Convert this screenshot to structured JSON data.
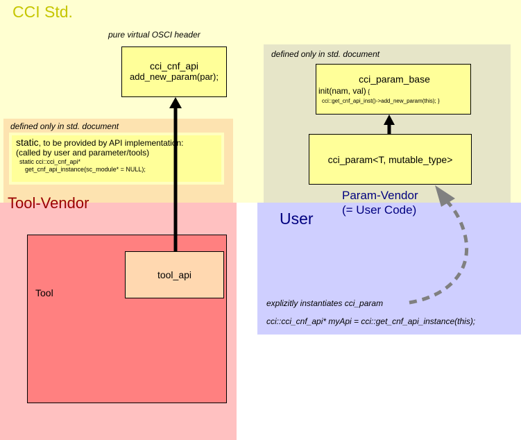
{
  "regions": {
    "cci_std": "CCI Std.",
    "tool_vendor": "Tool-Vendor",
    "user": "User",
    "param_vendor_line1": "Param-Vendor",
    "param_vendor_line2": "(= User Code)"
  },
  "notes": {
    "osci_header": "pure virtual OSCI header",
    "std_doc_left": "defined only in std. document",
    "std_doc_right": "defined only in std. document",
    "explicit": "explizitly instantiates cci_param",
    "my_api": "cci::cci_cnf_api* myApi = cci::get_cnf_api_instance(this);"
  },
  "boxes": {
    "cnf_api": {
      "title": "cci_cnf_api",
      "method": "add_new_param(par);"
    },
    "param_base": {
      "title": "cci_param_base",
      "init": "init(nam, val)",
      "brace": " {",
      "body": "cci::get_cnf_api_inst()->add_new_param(this); }"
    },
    "param": {
      "title": "cci_param<T,  mutable_type>"
    },
    "static": {
      "keyword": "static",
      "line1_rest": ", to be provided by API implementation:",
      "line2": "(called by user and parameter/tools)",
      "line3": "static cci::cci_cnf_api*",
      "line4": "get_cnf_api_instance(sc_module* = NULL);"
    },
    "tool": {
      "label": "Tool"
    },
    "tool_api": {
      "label": "tool_api"
    }
  },
  "colors": {
    "cci_region": "#ffffd1",
    "tool_region": "#ffc1c1",
    "user_region": "#cfcfff",
    "std_left": "#fde3b0",
    "std_right": "#e6e5c8",
    "yellow_box": "#ffff99",
    "tool_box": "#ff8080",
    "tool_api_box": "#ffd8b0",
    "dashed_arrow": "#808080"
  }
}
